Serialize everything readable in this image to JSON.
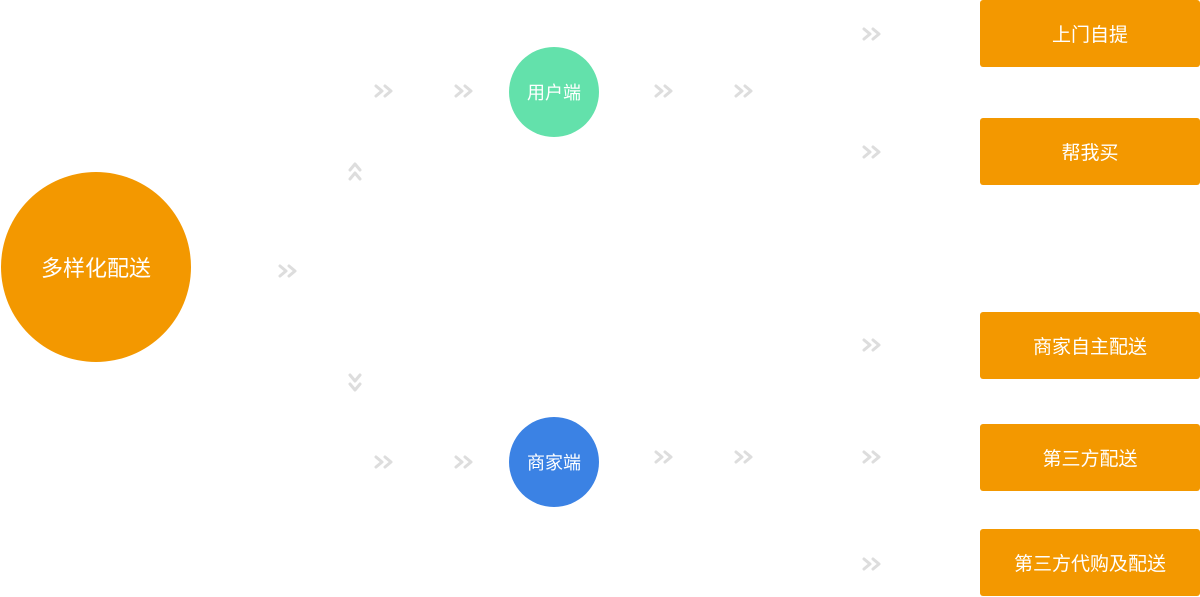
{
  "diagram": {
    "root": {
      "label": "多样化配送"
    },
    "branches": [
      {
        "label": "用户端"
      },
      {
        "label": "商家端"
      }
    ],
    "options": [
      {
        "label": "上门自提"
      },
      {
        "label": "帮我买"
      },
      {
        "label": "商家自主配送"
      },
      {
        "label": "第三方配送"
      },
      {
        "label": "第三方代购及配送"
      }
    ]
  },
  "colors": {
    "accent": "#f39800",
    "user": "#63e1ab",
    "merchant": "#3b82e4",
    "arrow": "#dddddd"
  }
}
